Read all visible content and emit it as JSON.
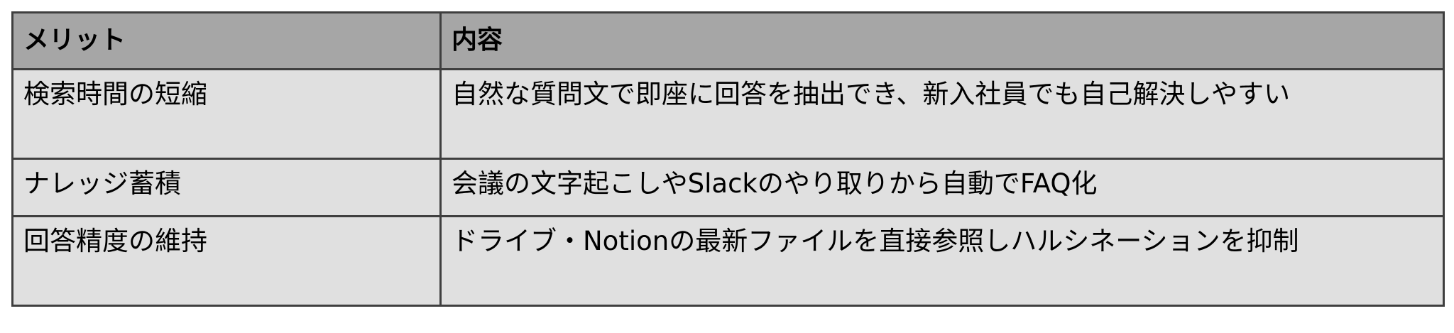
{
  "table": {
    "headers": [
      "メリット",
      "内容"
    ],
    "rows": [
      {
        "merit": "検索時間の短縮",
        "content": "自然な質問文で即座に回答を抽出でき、新入社員でも自己解決しやすい"
      },
      {
        "merit": "ナレッジ蓄積",
        "content": "会議の文字起こしやSlackのやり取りから自動でFAQ化"
      },
      {
        "merit": "回答精度の維持",
        "content": "ドライブ・Notionの最新ファイルを直接参照しハルシネーションを抑制"
      }
    ]
  }
}
